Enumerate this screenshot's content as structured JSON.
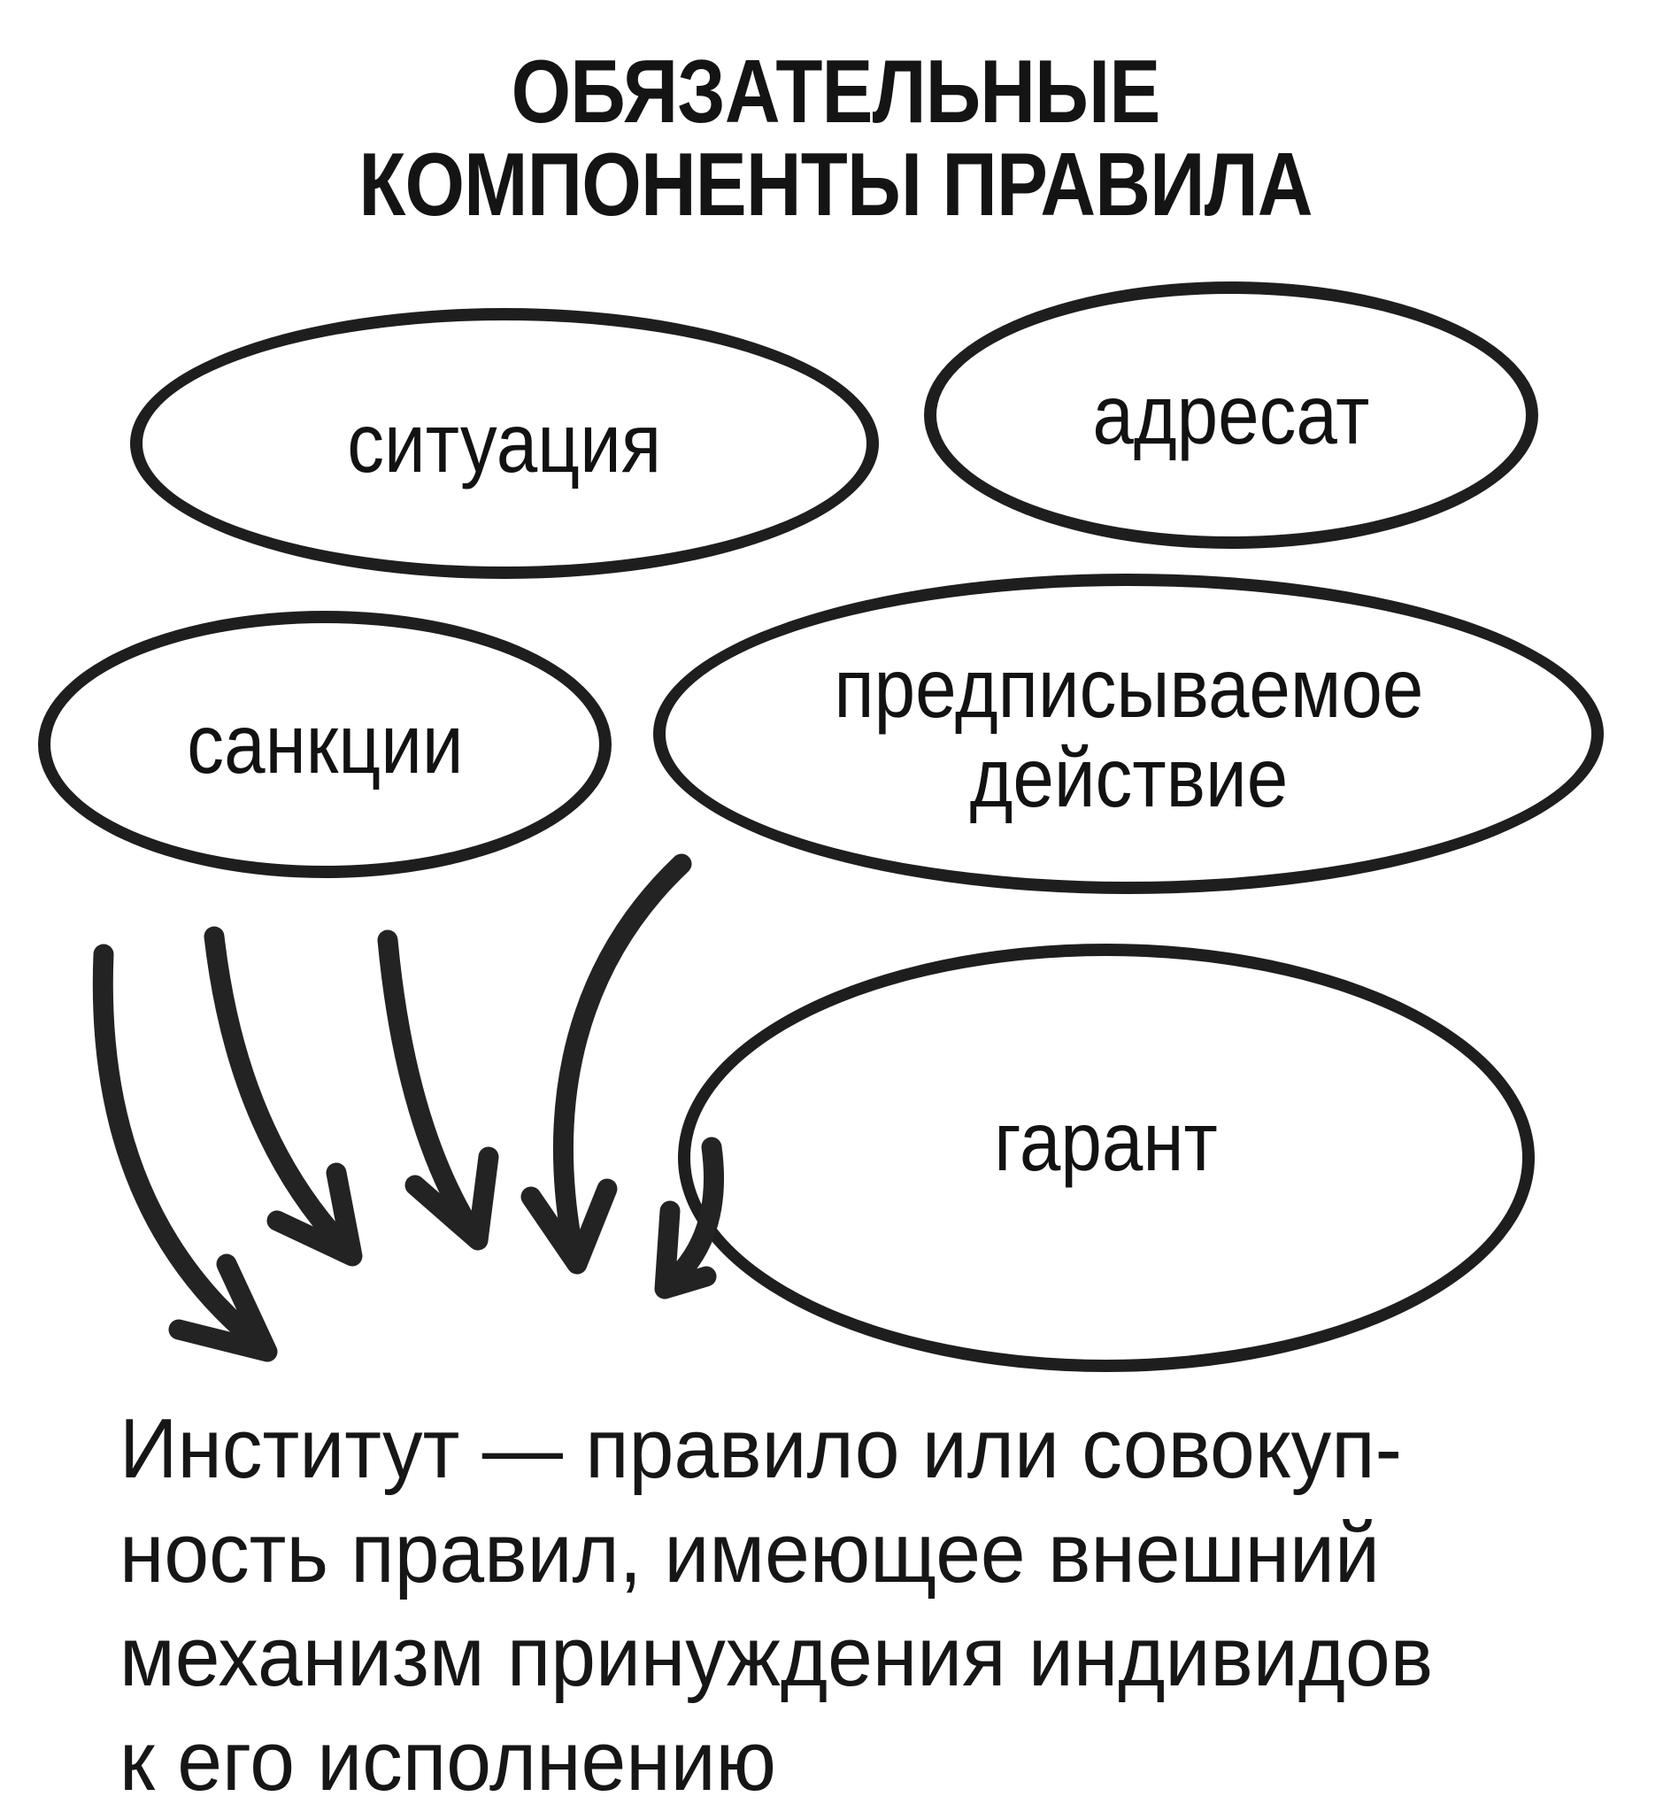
{
  "colors": {
    "background": "#ffffff",
    "ink": "#1e1e1e",
    "text": "#161616"
  },
  "title": {
    "line1": "ОБЯЗАТЕЛЬНЫЕ",
    "line2": "КОМПОНЕНТЫ ПРАВИЛА"
  },
  "ellipses": {
    "situation": {
      "label": "ситуация"
    },
    "addressee": {
      "label": "адресат"
    },
    "sanctions": {
      "label": "санкции"
    },
    "prescribed_action": {
      "label_line1": "предписываемое",
      "label_line2": "действие"
    },
    "guarantor": {
      "label": "гарант"
    }
  },
  "arrows": {
    "count": 5,
    "style": "hand-drawn fan pointing down toward definition text"
  },
  "definition": {
    "lines": [
      "Институт — правило или совокуп-",
      "ность правил, имеющее внешний",
      "механизм принуждения индивидов",
      "к его исполнению"
    ]
  }
}
